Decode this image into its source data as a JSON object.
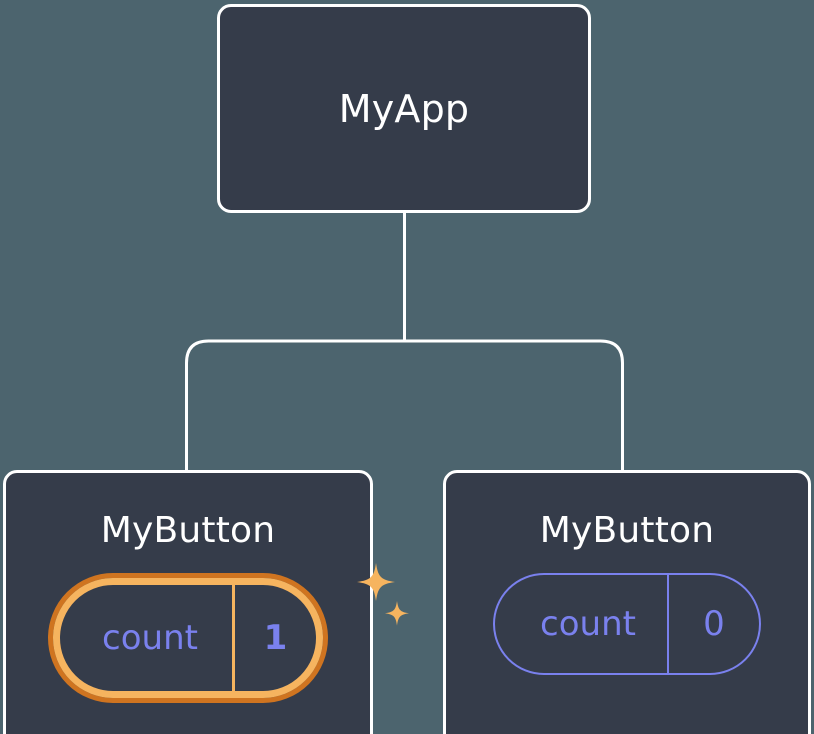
{
  "diagram": {
    "type": "component-tree",
    "background_color": "#4c646e",
    "node_fill": "#353c4a",
    "node_border": "#ffffff",
    "connector_color": "#ffffff",
    "accent_highlight_outer": "#cf7420",
    "accent_highlight_inner": "#f6b45f",
    "state_text_color": "#7a81ee",
    "sparkle_color": "#f6b45f"
  },
  "root": {
    "title": "MyApp"
  },
  "children": [
    {
      "title": "MyButton",
      "highlighted": true,
      "state": {
        "key": "count",
        "value": "1"
      },
      "sparkle_icons": [
        "sparkle-large-icon",
        "sparkle-small-icon"
      ]
    },
    {
      "title": "MyButton",
      "highlighted": false,
      "state": {
        "key": "count",
        "value": "0"
      }
    }
  ]
}
